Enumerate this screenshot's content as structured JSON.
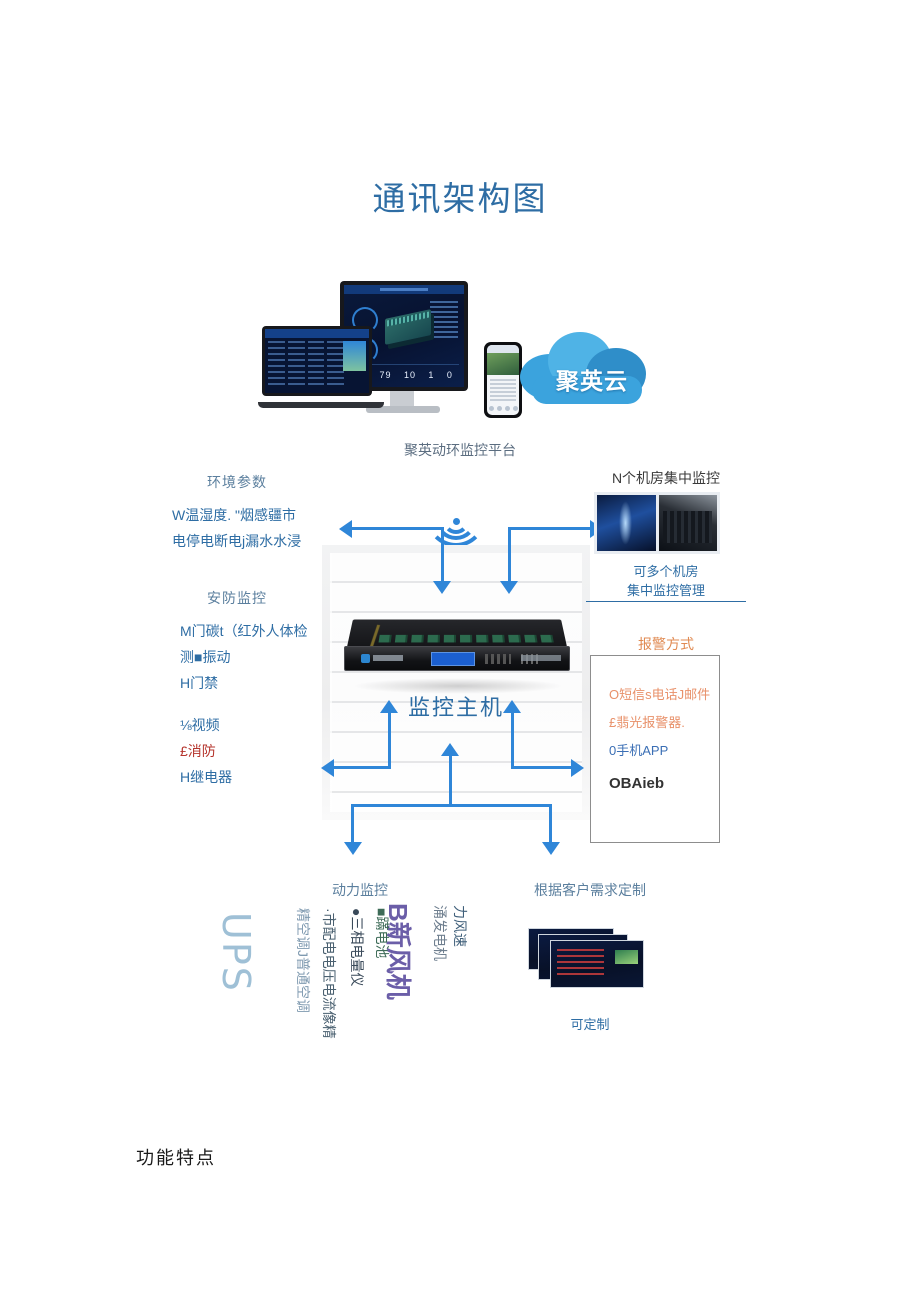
{
  "page": {
    "title": "通讯架构图",
    "accent_blue": "#2e6da4",
    "arrow_blue": "#2f86d8",
    "bottom_heading": "功能特点"
  },
  "hero": {
    "cloud_logo": "聚英云",
    "caption": "聚英动环监控平台"
  },
  "center": {
    "host_label": "监控主机"
  },
  "left_column": {
    "section1": {
      "heading": "环境参数",
      "lines": [
        "W温湿度. \"烟感疆市",
        "电停电断电j漏水水浸"
      ]
    },
    "section2": {
      "heading": "安防监控",
      "lines": [
        {
          "text": "M门碳t（红外人体检",
          "color": "blue"
        },
        {
          "text": "测■振动",
          "color": "blue"
        },
        {
          "text": "H门禁",
          "color": "blue"
        },
        {
          "text": "⅛视频",
          "color": "blue"
        },
        {
          "text": "£消防",
          "color": "red"
        },
        {
          "text": "H继电器",
          "color": "blue"
        }
      ]
    }
  },
  "right_column": {
    "rooms": {
      "heading": "N个机房集中监控",
      "caption_line1": "可多个机房",
      "caption_line2": "集中监控管理"
    },
    "alarm": {
      "heading": "报警方式",
      "items": [
        {
          "text": "O短信s电话J邮件",
          "color": "orange"
        },
        {
          "text": "£翡光报警器.",
          "color": "orange"
        },
        {
          "text": "0手机APP",
          "color": "blue"
        },
        {
          "text": "OBAieb",
          "color": "grey"
        }
      ]
    }
  },
  "bottom": {
    "power": {
      "heading": "动力监控",
      "labels": [
        "力风速",
        "涌发电机",
        "B新风机",
        "■蹣电池",
        "●三相电量仪",
        "·市配电电压电流像精",
        "精空调J普通空调",
        "UPS"
      ]
    },
    "custom": {
      "heading": "根据客户需求定制",
      "caption": "可定制"
    }
  }
}
